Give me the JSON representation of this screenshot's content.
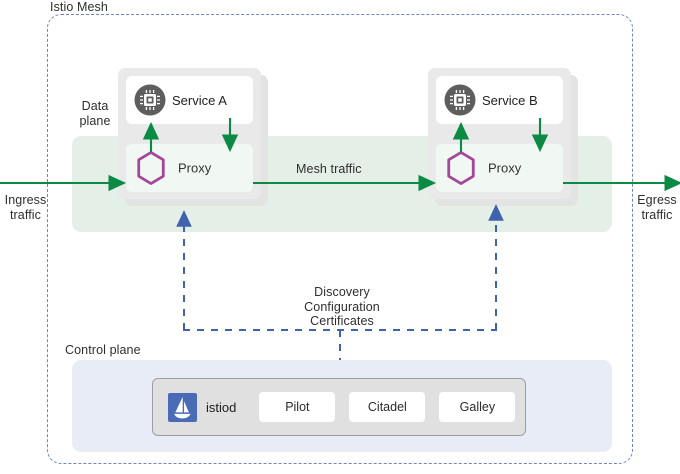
{
  "diagram": {
    "title": "Istio Mesh",
    "boundary_color": "#6b86c4",
    "traffic_color": "#0b8a43",
    "control_color": "#3f63ad"
  },
  "planes": {
    "data_plane_label": "Data\nplane",
    "data_plane_color": "#e4efe8",
    "control_plane_label": "Control plane",
    "control_plane_color": "#e8ecf7"
  },
  "pods": [
    {
      "service_label": "Service A",
      "service_icon": "cpu-chip-icon",
      "proxy_label": "Proxy",
      "proxy_icon": "hexagon-icon"
    },
    {
      "service_label": "Service B",
      "service_icon": "cpu-chip-icon",
      "proxy_label": "Proxy",
      "proxy_icon": "hexagon-icon"
    }
  ],
  "traffic": {
    "ingress": "Ingress\ntraffic",
    "mesh": "Mesh traffic",
    "egress": "Egress\ntraffic",
    "discovery": "Discovery\nConfiguration\nCertificates"
  },
  "control_plane": {
    "istiod_label": "istiod",
    "istiod_icon": "sailboat-icon",
    "istiod_logo_color": "#4a6cb7",
    "components": [
      "Pilot",
      "Citadel",
      "Galley"
    ]
  }
}
